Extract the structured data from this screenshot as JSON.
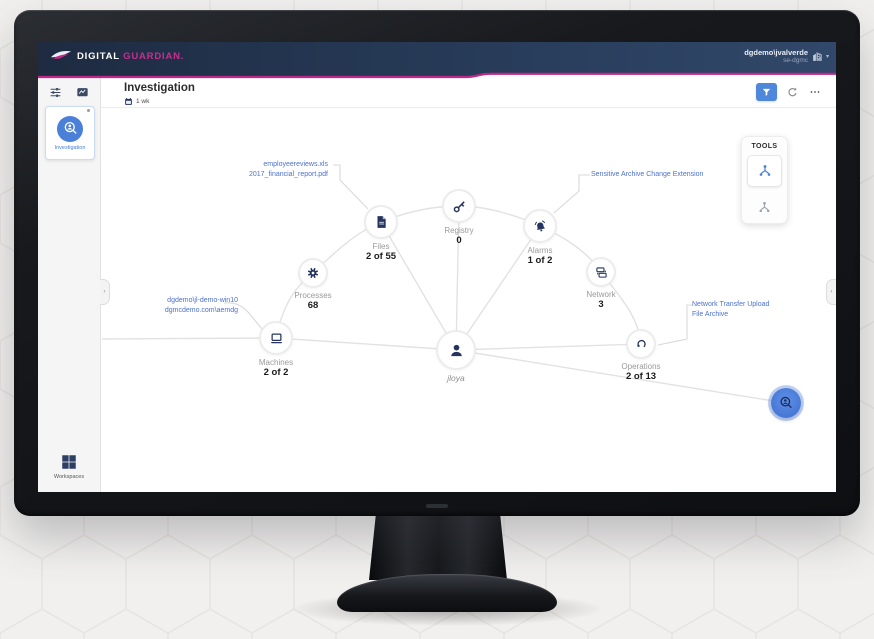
{
  "navbar": {
    "brand": {
      "part1": "DIGITAL",
      "part2": "GUARDIAN."
    },
    "user": {
      "name": "dgdemo\\jvalverde",
      "org": "se-dgmc"
    }
  },
  "sidebar": {
    "investigation_card_label": "Investigation",
    "workspaces_label": "Workspaces"
  },
  "header": {
    "title": "Investigation",
    "timeframe": "1 wk"
  },
  "tools": {
    "title": "TOOLS"
  },
  "graph": {
    "center": {
      "label": "jloya"
    },
    "nodes": [
      {
        "id": "files",
        "label": "Files",
        "count": "2 of 55"
      },
      {
        "id": "registry",
        "label": "Registry",
        "count": "0"
      },
      {
        "id": "alarms",
        "label": "Alarms",
        "count": "1 of 2"
      },
      {
        "id": "network",
        "label": "Network",
        "count": "3"
      },
      {
        "id": "processes",
        "label": "Processes",
        "count": "68"
      },
      {
        "id": "machines",
        "label": "Machines",
        "count": "2 of 2"
      },
      {
        "id": "operations",
        "label": "Operations",
        "count": "2 of 13"
      }
    ],
    "annotations": [
      {
        "for": "files",
        "lines": [
          "employeereviews.xls",
          "2017_financial_report.pdf"
        ]
      },
      {
        "for": "alarms",
        "lines": [
          "Sensitive Archive Change Extension"
        ]
      },
      {
        "for": "machines",
        "lines": [
          "dgdemo\\jl-demo-win10",
          "dgmcdemo.com\\aemdg"
        ]
      },
      {
        "for": "operations",
        "lines": [
          "Network Transfer Upload",
          "File Archive"
        ]
      }
    ]
  },
  "colors": {
    "brand_magenta": "#c2268b",
    "navbar_navy": "#24344f",
    "accent_blue": "#4f87da",
    "node_icon_navy": "#25345f",
    "annotation_blue": "#4c71d0",
    "edge_gray": "#e2e2e2"
  }
}
